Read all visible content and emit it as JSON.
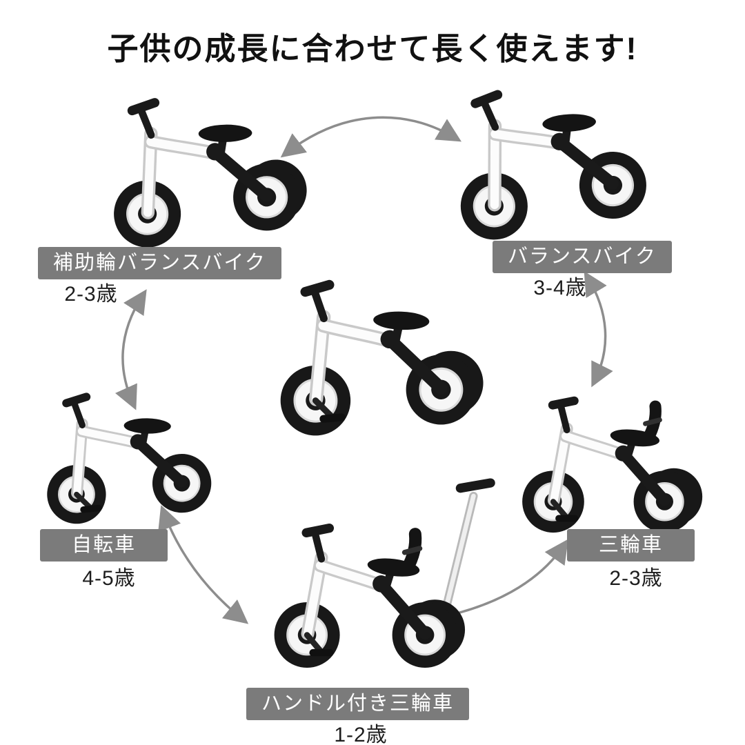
{
  "title": "子供の成長に合わせて長く使えます!",
  "configs": {
    "assist_balance": {
      "label": "補助輪バランスバイク",
      "age": "2-3歳"
    },
    "balance": {
      "label": "バランスバイク",
      "age": "3-4歳"
    },
    "bicycle": {
      "label": "自転車",
      "age": "4-5歳"
    },
    "tricycle": {
      "label": "三輪車",
      "age": "2-3歳"
    },
    "push_tricycle": {
      "label": "ハンドル付き三輪車",
      "age": "1-2歳"
    }
  },
  "colors": {
    "background": "#ffffff",
    "label_background": "#7b7b7b",
    "label_text": "#ffffff",
    "title_text": "#111111",
    "age_text": "#1d1d1d",
    "arrow": "#8d8d8d",
    "bike_black": "#181818",
    "bike_frame_white": "#fcfcfc"
  },
  "icons": {
    "arrow_style": "double-headed-curved-arrow"
  }
}
